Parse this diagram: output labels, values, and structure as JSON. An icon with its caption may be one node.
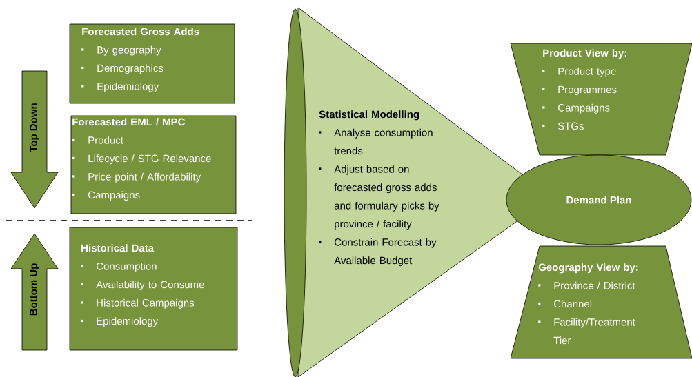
{
  "diagram": {
    "nodes": [
      {
        "text": [
          "Top Down"
        ]
      },
      {
        "text": [
          "Forecasted Gross Adds",
          "By geography",
          "Demographics",
          "Epidemiology"
        ]
      },
      {
        "text": [
          "Forecasted EML / MPC",
          "Product",
          "Lifecycle / STG Relevance",
          "Price point / Affordability",
          "Campaigns"
        ]
      },
      {
        "text": [
          "Bottom Up"
        ]
      },
      {
        "text": [
          "Historical Data",
          "Consumption",
          "Availability to Consume",
          "Historical Campaigns",
          "Epidemiology"
        ]
      },
      {
        "text": [
          "Statistical Modelling",
          "Analyse consumption trends",
          "Adjust based on forecasted gross adds and formulary picks by province / facility",
          "Constrain Forecast by Available Budget"
        ]
      },
      {
        "text": [
          "Product View by:",
          "Product type",
          "Programmes",
          "Campaigns",
          "STGs"
        ]
      },
      {
        "text": [
          "Demand Plan"
        ]
      },
      {
        "text": [
          "Geography View by:",
          "Province / District",
          "Channel",
          "Facility/Treatment Tier"
        ]
      }
    ]
  }
}
